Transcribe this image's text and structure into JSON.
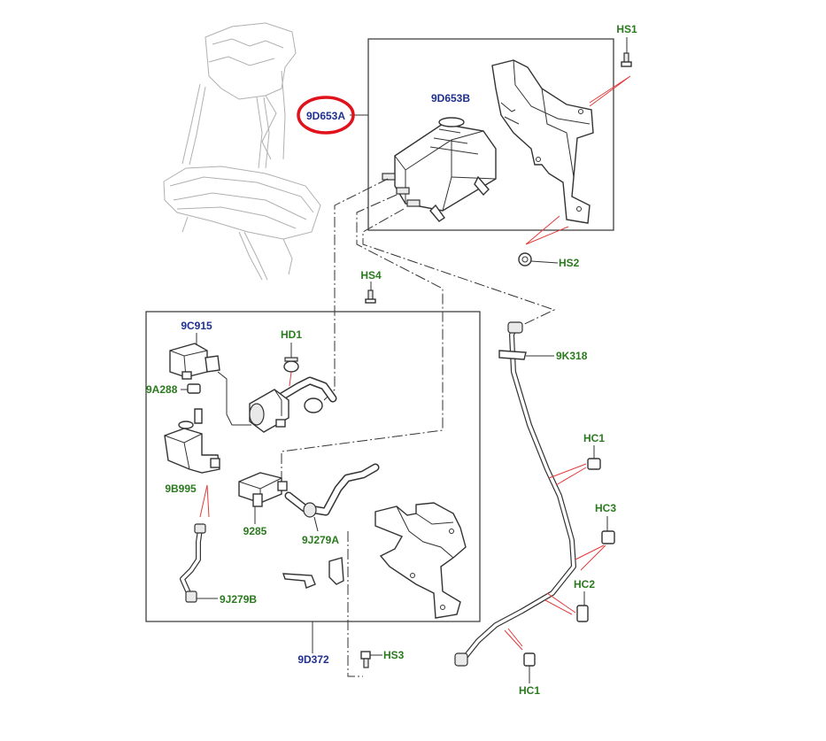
{
  "colors": {
    "blue_label": "#1f2f8f",
    "green_label": "#2a7a1e",
    "highlight_circle": "#e0121c",
    "pointer_lines": "#e23b3b"
  },
  "labels": {
    "hs1": "HS1",
    "main_canister": "9D653A",
    "canister_sub": "9D653B",
    "hs2": "HS2",
    "hs4": "HS4",
    "valve_9c915": "9C915",
    "hd1": "HD1",
    "clip_9a288": "9A288",
    "valve_9b995": "9B995",
    "pump_9285": "9285",
    "hose_9j279a": "9J279A",
    "hose_9j279b": "9J279B",
    "assembly_9d372": "9D372",
    "hs3": "HS3",
    "pipe_9k318": "9K318",
    "hc1_upper": "HC1",
    "hc3": "HC3",
    "hc2": "HC2",
    "hc1_lower": "HC1"
  }
}
